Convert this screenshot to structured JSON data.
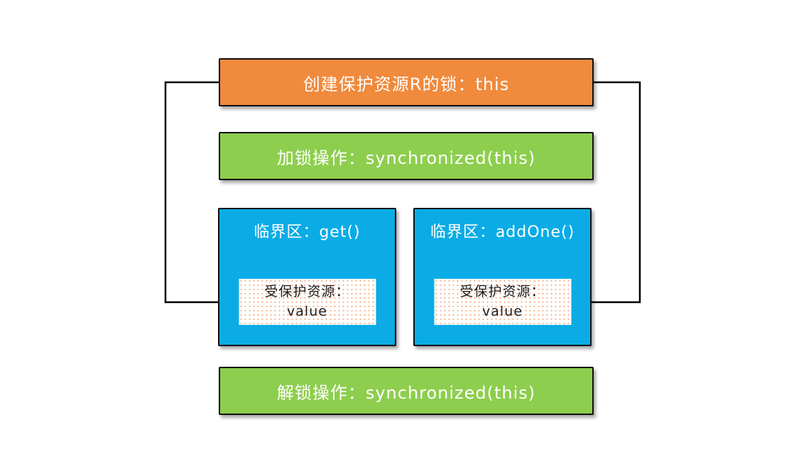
{
  "diagram": {
    "colors": {
      "canvas_bg": "#ffffff",
      "orange": "#F08A3C",
      "green": "#8DCE4E",
      "blue": "#0BACE6",
      "dot": "#F6B189",
      "border": "#111111",
      "arrow": "#000000",
      "text_light": "#ffffff",
      "text_dark": "#1C1C1C"
    },
    "nodes": {
      "create_lock": {
        "label": "创建保护资源R的锁：this"
      },
      "lock_op": {
        "label": "加锁操作：synchronized(this)"
      },
      "critical_get": {
        "title": "临界区：get()",
        "resource_line1": "受保护资源：",
        "resource_line2": "value"
      },
      "critical_addone": {
        "title": "临界区：addOne()",
        "resource_line1": "受保护资源：",
        "resource_line2": "value"
      },
      "unlock_op": {
        "label": "解锁操作：synchronized(this)"
      }
    }
  }
}
